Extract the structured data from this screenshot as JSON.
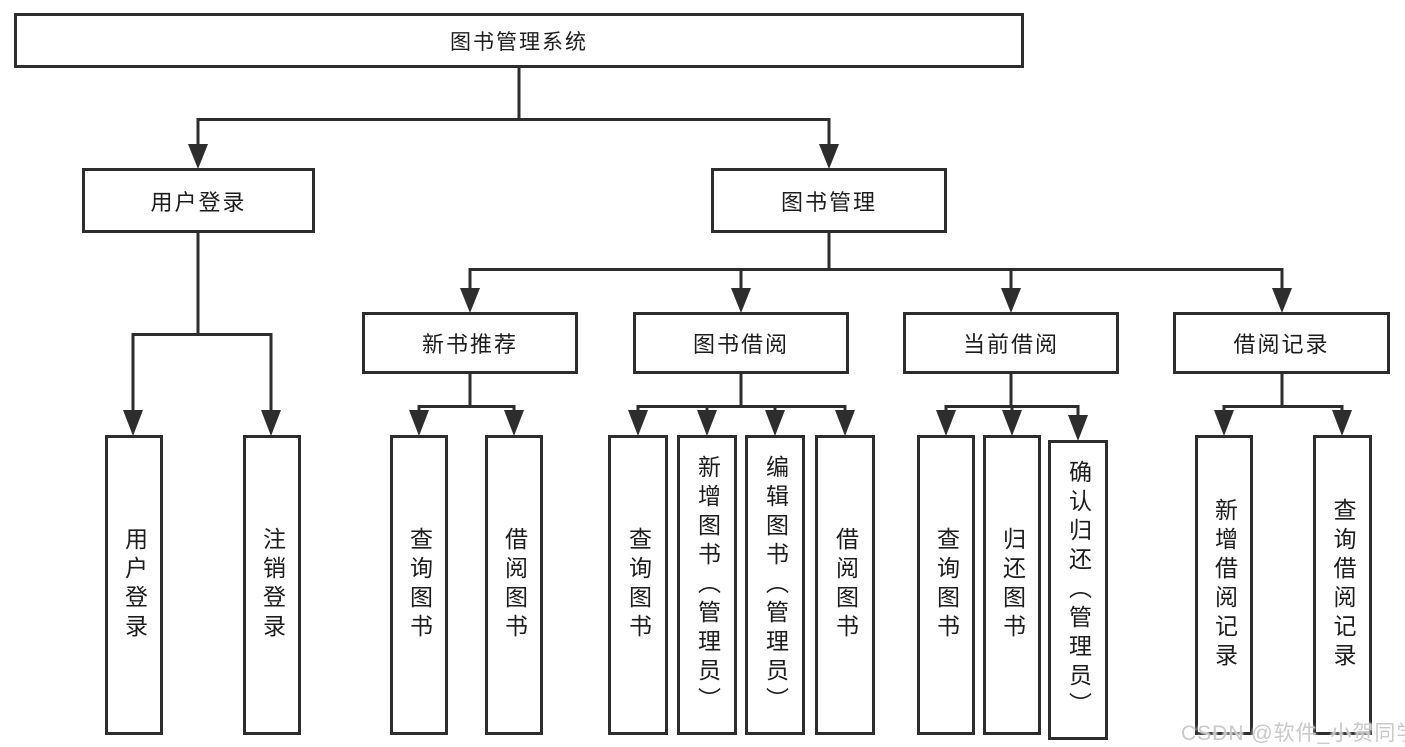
{
  "colors": {
    "background": "#ffffff",
    "line": "#2d2d2d",
    "box_border": "#2d2d2d",
    "text": "#1c1c1c",
    "watermark": "#c9c9c9"
  },
  "nodes": {
    "root": "图书管理系统",
    "user_login": "用户登录",
    "book_management": "图书管理",
    "new_book_recommend": "新书推荐",
    "book_borrow": "图书借阅",
    "current_borrow": "当前借阅",
    "borrow_record": "借阅记录",
    "leaf_user_login": "用户登录",
    "leaf_logout": "注销登录",
    "leaf_newbook_query": "查询图书",
    "leaf_newbook_borrow": "借阅图书",
    "leaf_borrow_query": "查询图书",
    "leaf_borrow_add_admin": "新增图书（管理员）",
    "leaf_borrow_edit_admin": "编辑图书（管理员）",
    "leaf_borrow_borrow": "借阅图书",
    "leaf_current_query": "查询图书",
    "leaf_current_return": "归还图书",
    "leaf_current_confirm_admin": "确认归还（管理员）",
    "leaf_record_add": "新增借阅记录",
    "leaf_record_query": "查询借阅记录"
  },
  "watermark": "CSDN @软件_小贺同学"
}
